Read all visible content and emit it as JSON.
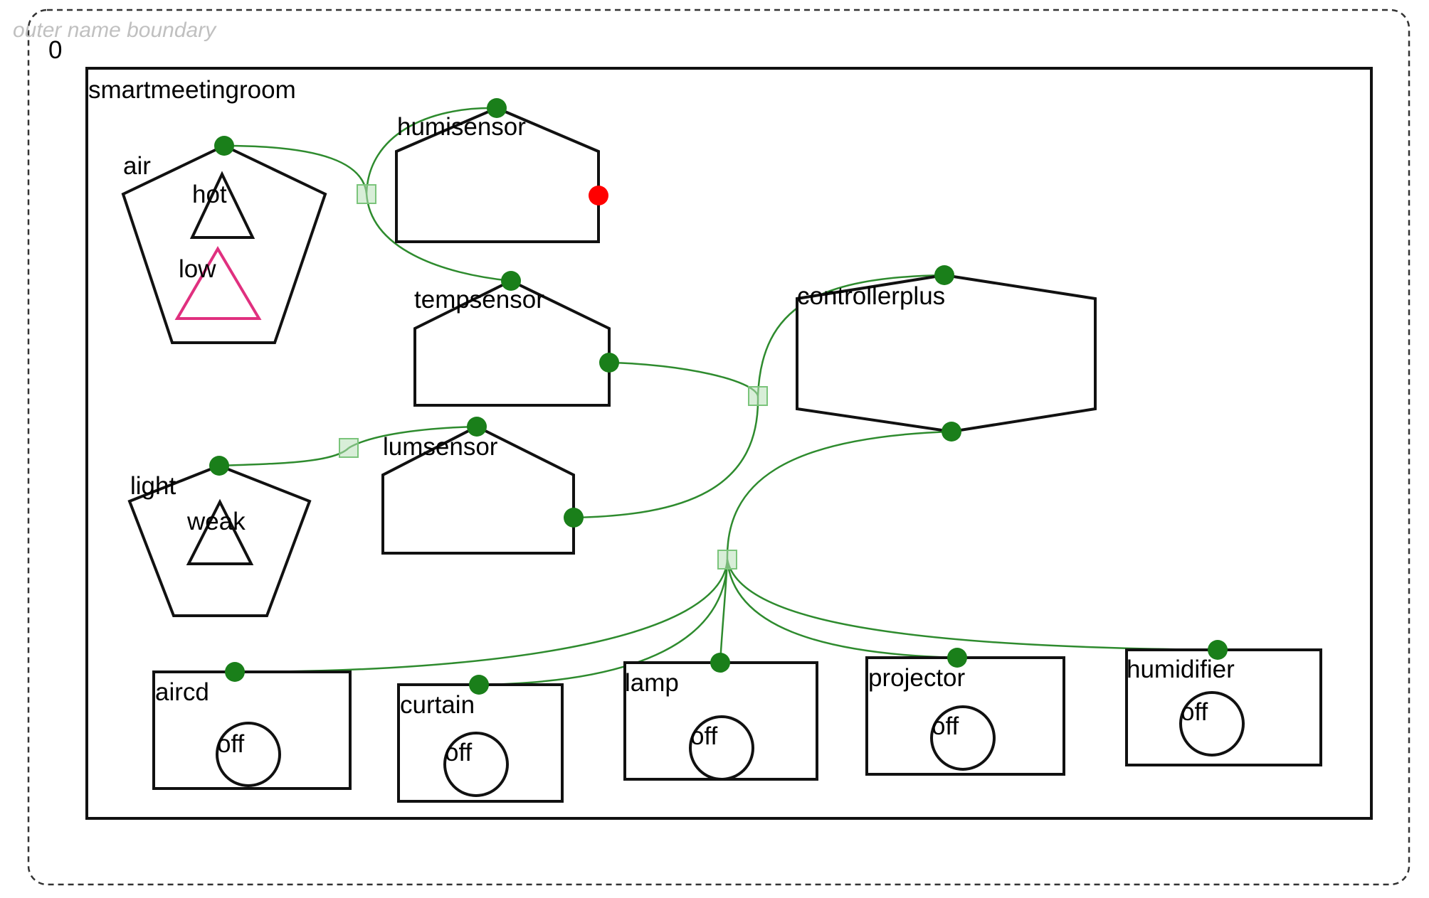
{
  "root": {
    "region_index": "0",
    "outer_name_boundary_label": "outer name boundary"
  },
  "colors": {
    "link": "#2e8b2e",
    "port": "#1a7f1a",
    "error_port": "#ff0000",
    "hub_fill": "#b8e0b8",
    "hub_stroke": "#7bc47b",
    "low_marker": "#e0307f",
    "stroke": "#111111"
  },
  "container": {
    "label": "smartmeetingroom"
  },
  "env_nodes": {
    "air": {
      "label": "air",
      "hot_label": "hot",
      "low_label": "low"
    },
    "light": {
      "label": "light",
      "weak_label": "weak"
    }
  },
  "sensors": {
    "humisensor": {
      "label": "humisensor"
    },
    "tempsensor": {
      "label": "tempsensor"
    },
    "lumsensor": {
      "label": "lumsensor"
    }
  },
  "controller": {
    "label": "controllerplus"
  },
  "devices": [
    {
      "label": "aircd",
      "state": "off"
    },
    {
      "label": "curtain",
      "state": "off"
    },
    {
      "label": "lamp",
      "state": "off"
    },
    {
      "label": "projector",
      "state": "off"
    },
    {
      "label": "humidifier",
      "state": "off"
    }
  ]
}
